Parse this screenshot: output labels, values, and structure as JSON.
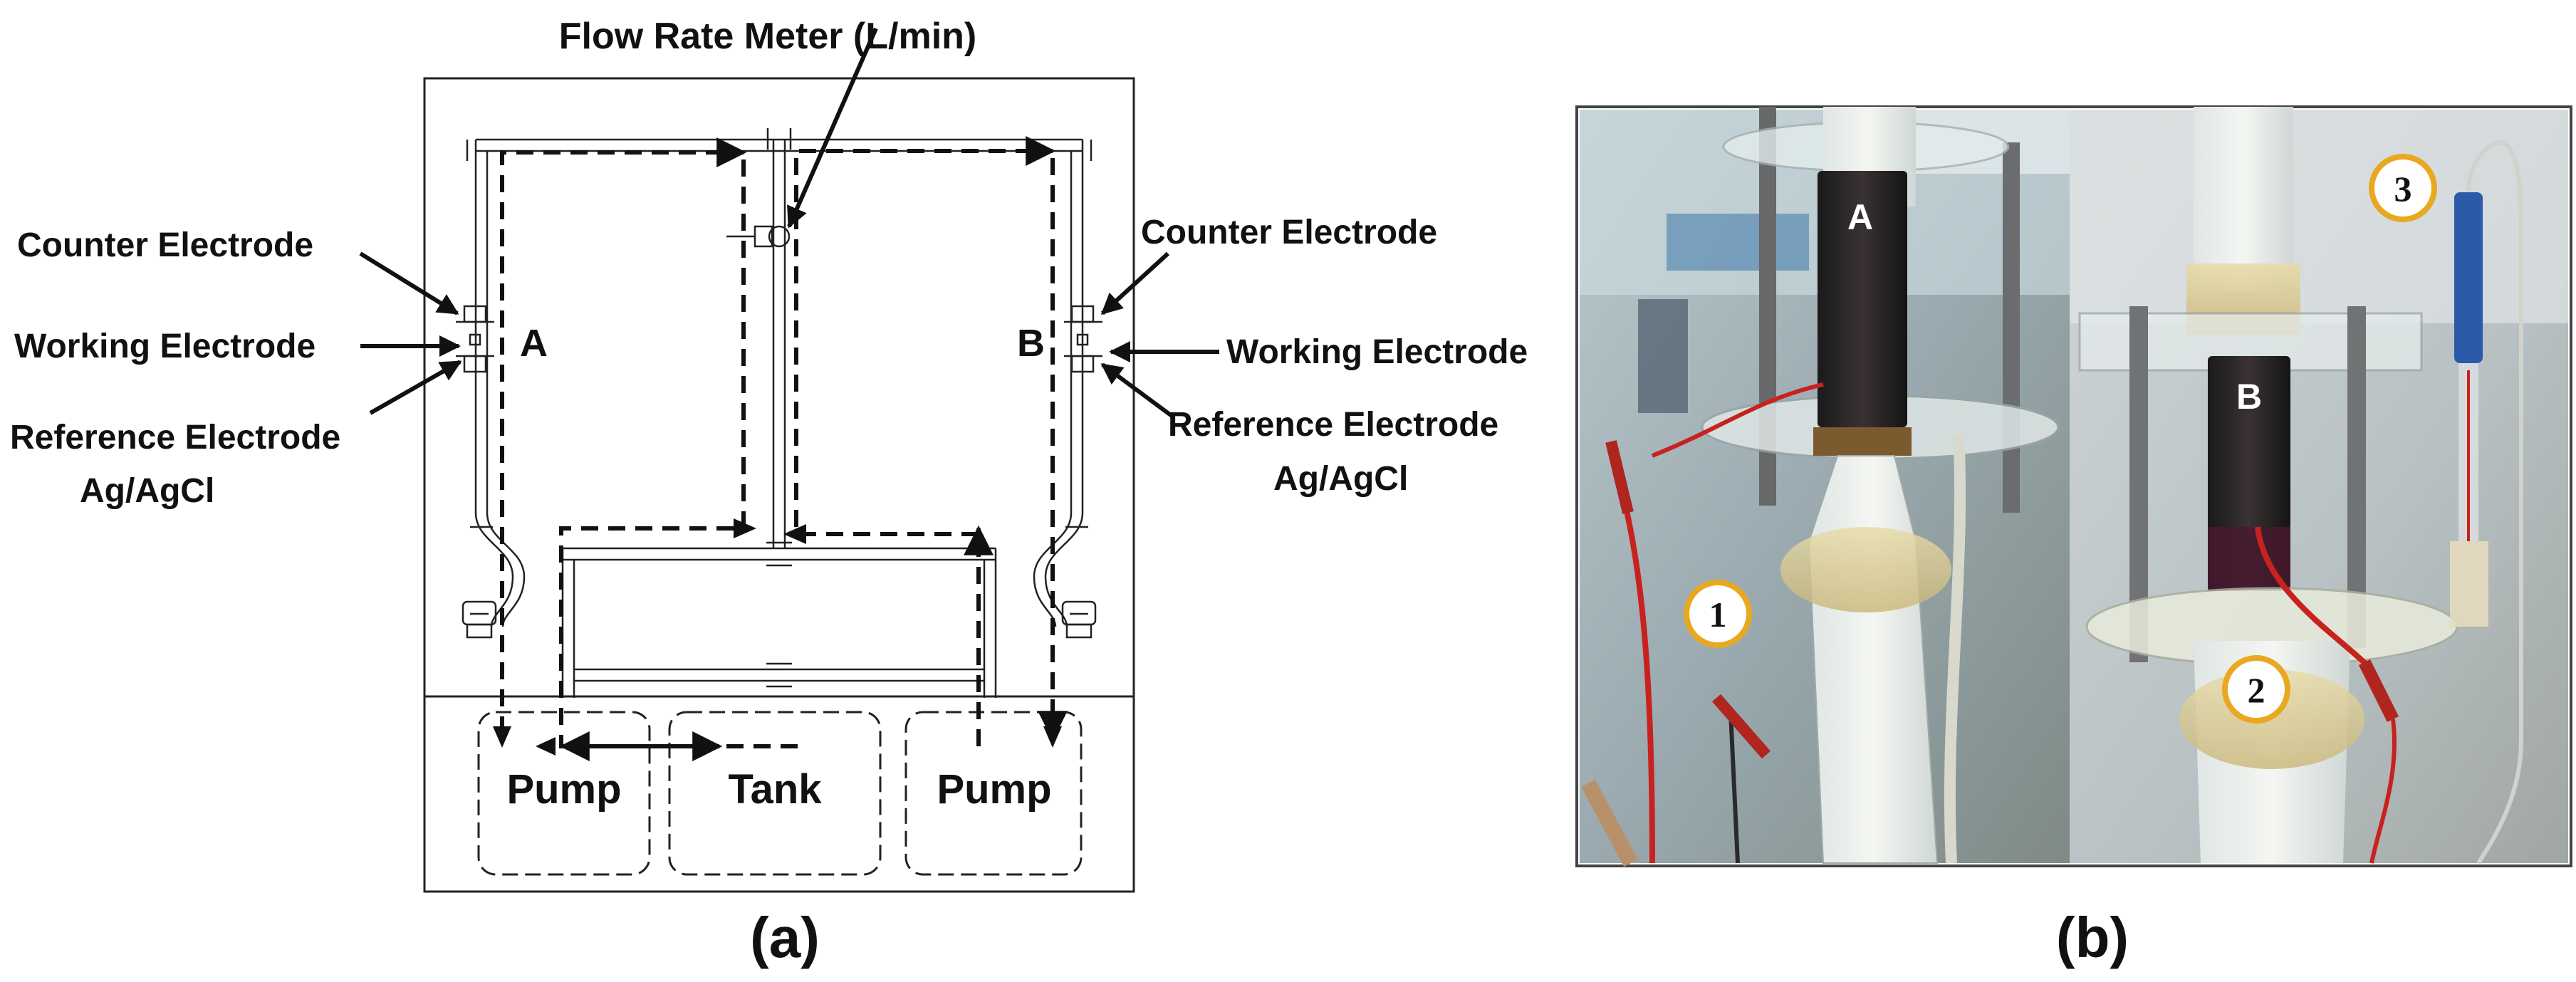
{
  "panel_a": {
    "caption": "(a)",
    "flow_meter_label": "Flow Rate Meter (L/min)",
    "left_cell": {
      "letter": "A",
      "counter": "Counter Electrode",
      "working": "Working Electrode",
      "reference": "Reference Electrode",
      "reference_sub": "Ag/AgCl"
    },
    "right_cell": {
      "letter": "B",
      "counter": "Counter Electrode",
      "working": "Working Electrode",
      "reference": "Reference Electrode",
      "reference_sub": "Ag/AgCl"
    },
    "bottom": {
      "pump_left": "Pump",
      "tank": "Tank",
      "pump_right": "Pump"
    }
  },
  "panel_b": {
    "caption": "(b)",
    "photo_left_letter": "A",
    "photo_right_letter": "B",
    "markers": [
      "1",
      "2",
      "3"
    ]
  },
  "colors": {
    "line": "#222222",
    "marker_fill": "#ffffff",
    "marker_ring": "#e8a820",
    "wire_red": "#c8221e"
  }
}
